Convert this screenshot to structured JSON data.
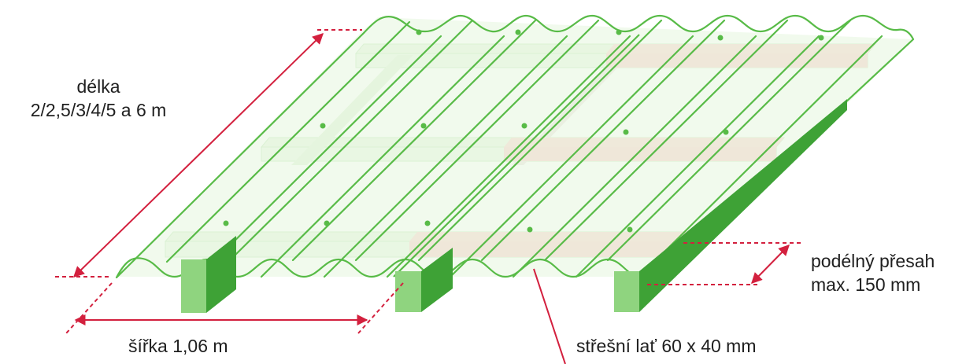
{
  "labels": {
    "length_line1": "délka",
    "length_line2": "2/2,5/3/4/5 a 6 m",
    "width": "šířka 1,06 m",
    "overlap_line1": "podélný přesah",
    "overlap_line2": "max. 150 mm",
    "batten": "střešní lať 60 x 40 mm"
  },
  "colors": {
    "sheet_stroke": "#58bb47",
    "sheet_fill": "#e6f5df",
    "sheet_fill_overlap": "#fbe0de",
    "overlap_band": "#f7c3bf",
    "batten_face": "#63c454",
    "batten_dark": "#3ea236",
    "dimension": "#d3203e",
    "text": "#1f1f1f"
  }
}
